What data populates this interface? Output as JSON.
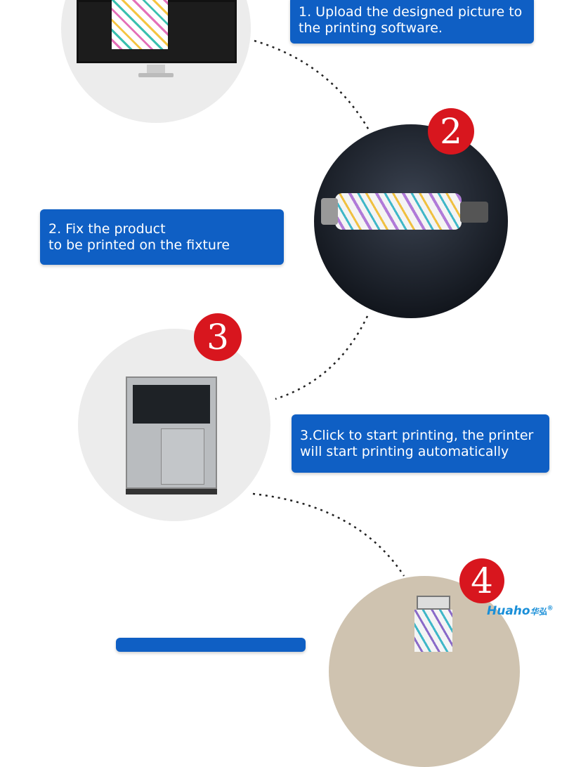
{
  "steps": [
    {
      "number": "1",
      "lines": [
        "1. Upload the designed picture to",
        "the printing software."
      ]
    },
    {
      "number": "2",
      "lines": [
        "2. Fix the product",
        "to be printed on the fixture"
      ]
    },
    {
      "number": "3",
      "lines": [
        "3.Click to start printing, the printer",
        "will start printing automatically"
      ]
    },
    {
      "number": "4",
      "lines": []
    }
  ],
  "logo": {
    "text": "Huaho",
    "chinese": "华弘",
    "mark": "®"
  },
  "colors": {
    "box": "#0f5fc4",
    "badge": "#d8161e"
  }
}
